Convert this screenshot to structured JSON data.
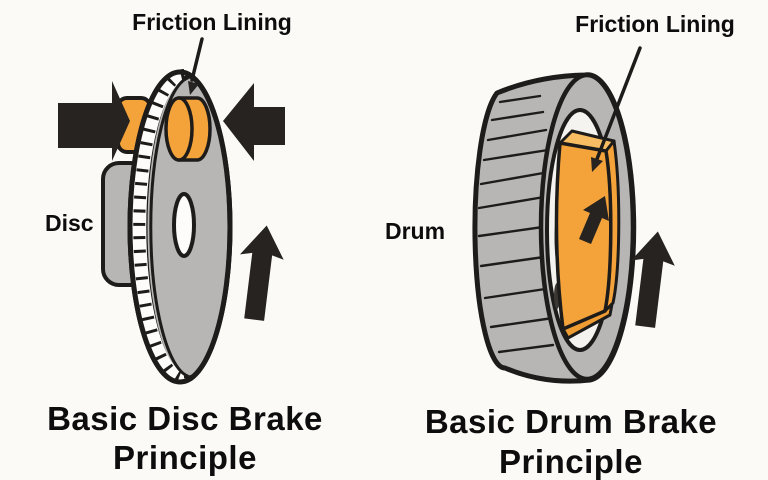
{
  "background_color": "#fbfaf7",
  "palette": {
    "metal_gray": "#b7b6b4",
    "lining_orange": "#f4a23a",
    "lining_orange_light": "#f8bd62",
    "lining_orange_dark": "#ef9c33",
    "outline_black": "#1e1c1a",
    "text_black": "#0d0d0d"
  },
  "disc_diagram": {
    "friction_lining_label": "Friction Lining",
    "part_label": "Disc",
    "caption_line1": "Basic Disc Brake",
    "caption_line2": "Principle"
  },
  "drum_diagram": {
    "friction_lining_label": "Friction Lining",
    "part_label": "Drum",
    "caption_line1": "Basic Drum Brake",
    "caption_line2": "Principle"
  }
}
